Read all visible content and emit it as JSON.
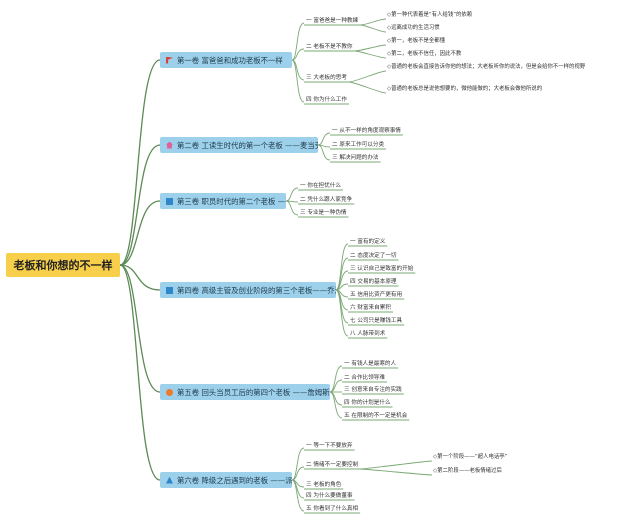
{
  "root": "老板和你想的不一样",
  "chapters": [
    {
      "title": "第一卷 富爸爸和成功老板不一样",
      "icon": "flag-icon",
      "items": [
        {
          "text": "一 富爸爸是一种教練",
          "subs": [
            "◇第一种代表着是“有人给钱”的依赖",
            "◇远离成功的生活习惯"
          ]
        },
        {
          "text": "二 老板不是不教你",
          "subs": [
            "◇第一，老板不是全都懂",
            "◇第二，老板不信任，因此不教"
          ]
        },
        {
          "text": "三 大老板的思考",
          "subs": [
            "◇普通的老板会直接告诉你他的想法；大老板听你的说法，但是会给你不一样的视野",
            "◇普通的老板总是说他想要的，微他能做的；大老板会做他所说的"
          ]
        },
        {
          "text": "四 你为什么工作",
          "subs": []
        }
      ]
    },
    {
      "title": "第二卷 工读生时代的第一个老板 ——麦当劳",
      "icon": "house-icon",
      "items": [
        {
          "text": "一 从不一样的角度观察事情",
          "subs": []
        },
        {
          "text": "二 原来工作可以分类",
          "subs": []
        },
        {
          "text": "三 解决问题的办法",
          "subs": []
        }
      ]
    },
    {
      "title": "第三卷 职员时代的第二个老板 ——强尼",
      "icon": "square-icon",
      "items": [
        {
          "text": "一 你在担忧什么",
          "subs": []
        },
        {
          "text": "二 凭什么跟人家竞争",
          "subs": []
        },
        {
          "text": "三 专业是一种伪情",
          "subs": []
        }
      ]
    },
    {
      "title": "第四卷 高级主管及创业阶段的第三个老板——乔治",
      "icon": "square-icon",
      "items": [
        {
          "text": "一 富有的定义",
          "subs": []
        },
        {
          "text": "二 态度决定了一切",
          "subs": []
        },
        {
          "text": "三 认识自己是致富的开始",
          "subs": []
        },
        {
          "text": "四 交易的基本原理",
          "subs": []
        },
        {
          "text": "五 信用比资产更有用",
          "subs": []
        },
        {
          "text": "六 财富来自累积",
          "subs": []
        },
        {
          "text": "七 公司只是赚钱工具",
          "subs": []
        },
        {
          "text": "八 人脉带到术",
          "subs": []
        }
      ]
    },
    {
      "title": "第五卷 回头当员工后的第四个老板 ——詹姆斯",
      "icon": "dot-icon",
      "items": [
        {
          "text": "一 有钱人是最寒的人",
          "subs": []
        },
        {
          "text": "二 合作比领导难",
          "subs": []
        },
        {
          "text": "三 创意来自专注的实践",
          "subs": []
        },
        {
          "text": "四 你的计划是什么",
          "subs": []
        },
        {
          "text": "五 在限制的不一定是机会",
          "subs": []
        }
      ]
    },
    {
      "title": "第六卷 降级之后遇到的老板 ——派克",
      "icon": "triangle-icon",
      "items": [
        {
          "text": "一 等一下不要放弃",
          "subs": []
        },
        {
          "text": "二 情绪不一定要控制",
          "subs": [
            "◇第一个阶段——“超人电话亭”",
            "◇第二阶段——老板情绪过后"
          ]
        },
        {
          "text": "三 老板的角色",
          "subs": []
        },
        {
          "text": "四 为什么要做董事",
          "subs": []
        },
        {
          "text": "五 你看到了什么真相",
          "subs": []
        }
      ]
    }
  ]
}
